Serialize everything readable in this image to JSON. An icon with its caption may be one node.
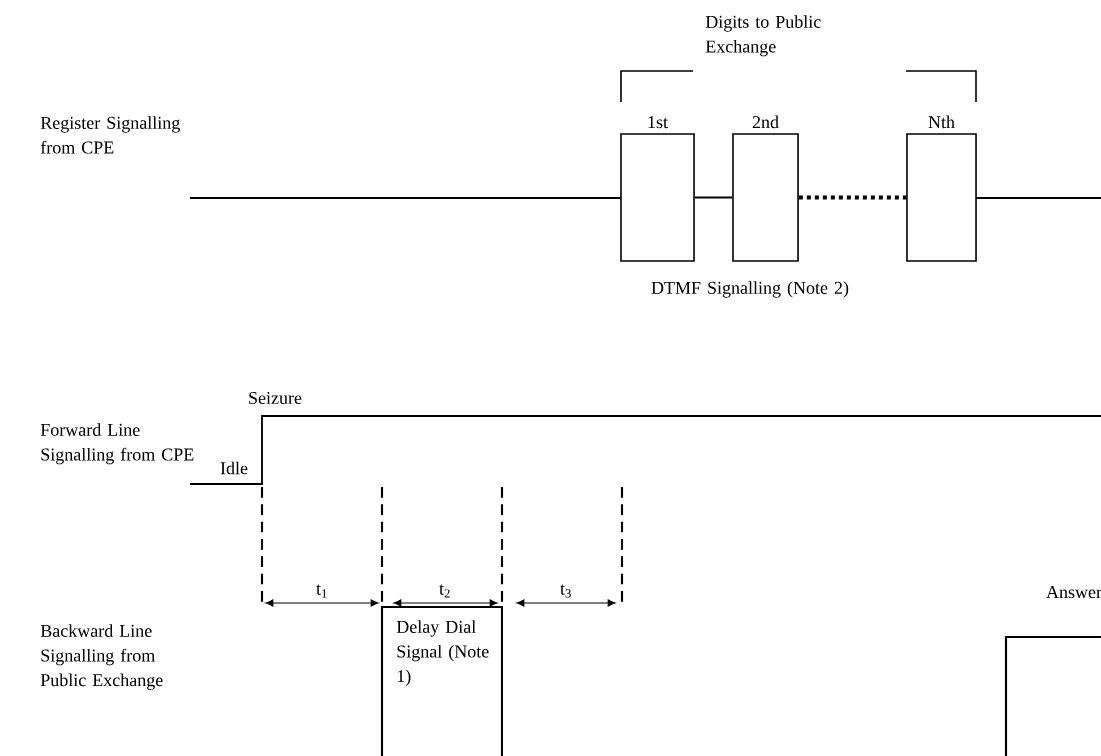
{
  "diagram": {
    "nodes": [
      {
        "text": [
          "1st"
        ]
      },
      {
        "text": [
          "2nd"
        ]
      },
      {
        "text": [
          "Nth"
        ]
      },
      {
        "text": [
          "Delay Dial Signal (Note 1)"
        ]
      },
      {
        "text": [
          "Answer"
        ]
      }
    ],
    "edges": [
      {
        "from": 0,
        "to": 1,
        "arrow": "none"
      },
      {
        "from": 1,
        "to": 2,
        "arrow": "none",
        "style": "dashed"
      }
    ],
    "labels": [
      "Digits to Public Exchange",
      "Register Signalling from CPE",
      "DTMF Signalling (Note 2)",
      "Seizure",
      "Forward Line Signalling from CPE",
      "Idle",
      "t$_{1}$",
      "t$_{2}$",
      "t$_{3}$",
      "Backward Line Signalling from Public Exchange"
    ]
  }
}
